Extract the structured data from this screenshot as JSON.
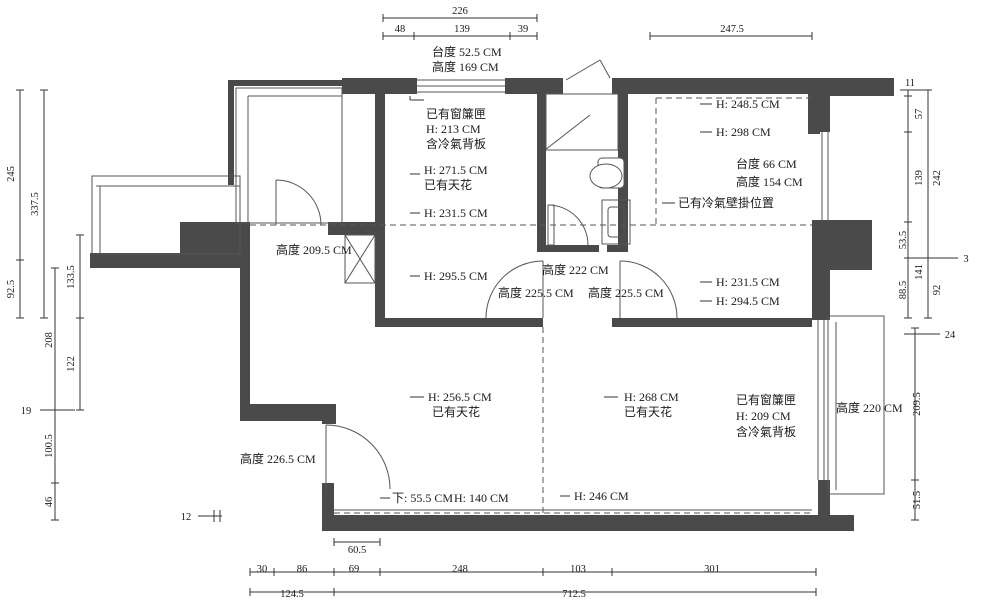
{
  "top_dims": {
    "total": "226",
    "seg_a": "48",
    "seg_b": "139",
    "seg_c": "39",
    "right": "247.5"
  },
  "bottom_dims": {
    "d30": "30",
    "d86": "86",
    "d69": "69",
    "d248": "248",
    "d103": "103",
    "d301": "301",
    "d60_5": "60.5",
    "total_left": "124.5",
    "total": "712.5",
    "d12": "12"
  },
  "left_dims": {
    "d245": "245",
    "d337_5": "337.5",
    "d92_5": "92.5",
    "d133_5": "133.5",
    "d208": "208",
    "d122": "122",
    "d19": "19",
    "d100_5": "100.5",
    "d46": "46"
  },
  "right_dims": {
    "d11": "11",
    "d57": "57",
    "d139": "139",
    "d242": "242",
    "d53_5": "53.5",
    "d3": "3",
    "d141": "141",
    "d88_5": "88.5",
    "d92": "92",
    "d24": "24",
    "d209_5": "209.5",
    "d51_5": "51.5"
  },
  "annotations": {
    "sill_top_1": "台度 52.5 CM",
    "height_top_1": "高度 169 CM",
    "curtain_1": "已有窗簾匣",
    "h213": "H: 213 CM",
    "ac_board_1": "含冷氣背板",
    "h271_5": "H: 271.5 CM",
    "ceiling_1": "已有天花",
    "h231_5_a": "H: 231.5 CM",
    "h295_5": "H: 295.5 CM",
    "height_209_5": "高度 209.5 CM",
    "height_222": "高度 222 CM",
    "height_225_5_a": "高度 225.5 CM",
    "height_225_5_b": "高度 225.5 CM",
    "h248_5": "H: 248.5 CM",
    "h298": "H: 298 CM",
    "sill_66": "台度 66 CM",
    "height_154": "高度 154 CM",
    "ac_wall": "已有冷氣壁掛位置",
    "h231_5_b": "H: 231.5 CM",
    "h294_5": "H: 294.5 CM",
    "h256_5": "H: 256.5 CM",
    "ceiling_2": "已有天花",
    "h268": "H: 268 CM",
    "ceiling_3": "已有天花",
    "curtain_2": "已有窗簾匣",
    "h209": "H: 209 CM",
    "ac_board_2": "含冷氣背板",
    "height_220": "高度 220 CM",
    "height_226_5": "高度 226.5 CM",
    "down_55_5": "下: 55.5 CM",
    "h140": "H: 140 CM",
    "h246": "H: 246 CM"
  }
}
